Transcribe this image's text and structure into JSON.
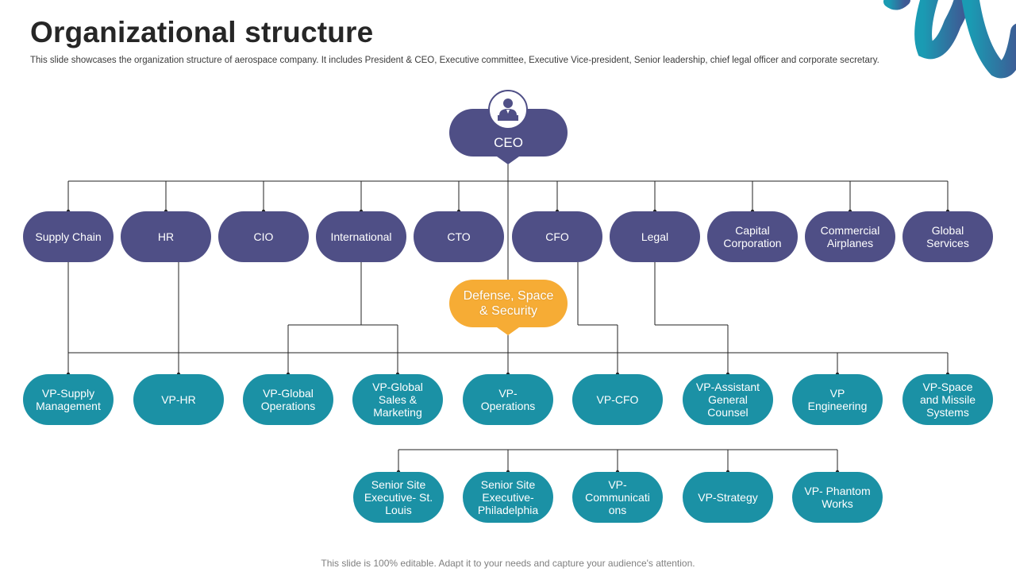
{
  "header": {
    "title": "Organizational structure",
    "subtitle": "This slide showcases the organization structure of aerospace company. It includes President & CEO, Executive committee, Executive Vice-president, Senior leadership, chief legal officer and corporate secretary."
  },
  "footer": {
    "note": "This slide is 100% editable. Adapt it to your needs and capture your audience's attention."
  },
  "colors": {
    "exec": "#4f4f86",
    "vp": "#1b91a5",
    "defense": "#f6ac35",
    "decor": "#1f7e9c"
  },
  "ceo": {
    "label": "CEO",
    "icon": "businessman-icon"
  },
  "executives": [
    {
      "label": "Supply Chain"
    },
    {
      "label": "HR"
    },
    {
      "label": "CIO"
    },
    {
      "label": "International"
    },
    {
      "label": "CTO"
    },
    {
      "label": "CFO"
    },
    {
      "label": "Legal"
    },
    {
      "label": "Capital\nCorporation"
    },
    {
      "label": "Commercial\nAirplanes"
    },
    {
      "label": "Global\nServices"
    }
  ],
  "defense": {
    "label": "Defense, Space\n& Security"
  },
  "vps": [
    {
      "label": "VP-Supply\nManagement"
    },
    {
      "label": "VP-HR"
    },
    {
      "label": "VP-Global\nOperations"
    },
    {
      "label": "VP-Global\nSales &\nMarketing"
    },
    {
      "label": "VP-\nOperations"
    },
    {
      "label": "VP-CFO"
    },
    {
      "label": "VP-Assistant\nGeneral\nCounsel"
    },
    {
      "label": "VP\nEngineering"
    },
    {
      "label": "VP-Space\nand Missile\nSystems"
    }
  ],
  "seniors": [
    {
      "label": "Senior Site\nExecutive- St.\nLouis"
    },
    {
      "label": "Senior Site\nExecutive-\nPhiladelphia"
    },
    {
      "label": "VP-\nCommunicati\nons"
    },
    {
      "label": "VP-Strategy"
    },
    {
      "label": "VP- Phantom\nWorks"
    }
  ]
}
